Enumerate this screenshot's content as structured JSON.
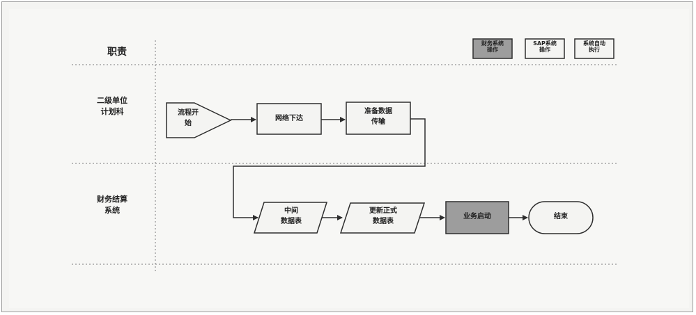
{
  "header": {
    "responsibility_label": "职责"
  },
  "legend": [
    {
      "label": "财务系统\n操作",
      "fill": "#9d9d9d"
    },
    {
      "label": "SAP系统\n操作",
      "fill": "#f4f4f2"
    },
    {
      "label": "系统自动\n执行",
      "fill": "#f4f4f2"
    }
  ],
  "lanes": [
    {
      "label": "二级单位\n计划科"
    },
    {
      "label": "财务结算\n系统"
    }
  ],
  "nodes": {
    "start": "流程开\n始",
    "network_issue": "网络下达",
    "prepare_transfer": "准备数据\n传输",
    "intermediate_table": "中间\n数据表",
    "update_formal_table": "更新正式\n数据表",
    "business_activate": "业务启动",
    "end": "结束"
  },
  "colors": {
    "line": "#2e2e2e",
    "dotted": "#7a7a7a",
    "box_fill": "#f4f4f2",
    "highlight_fill": "#9d9d9d"
  }
}
